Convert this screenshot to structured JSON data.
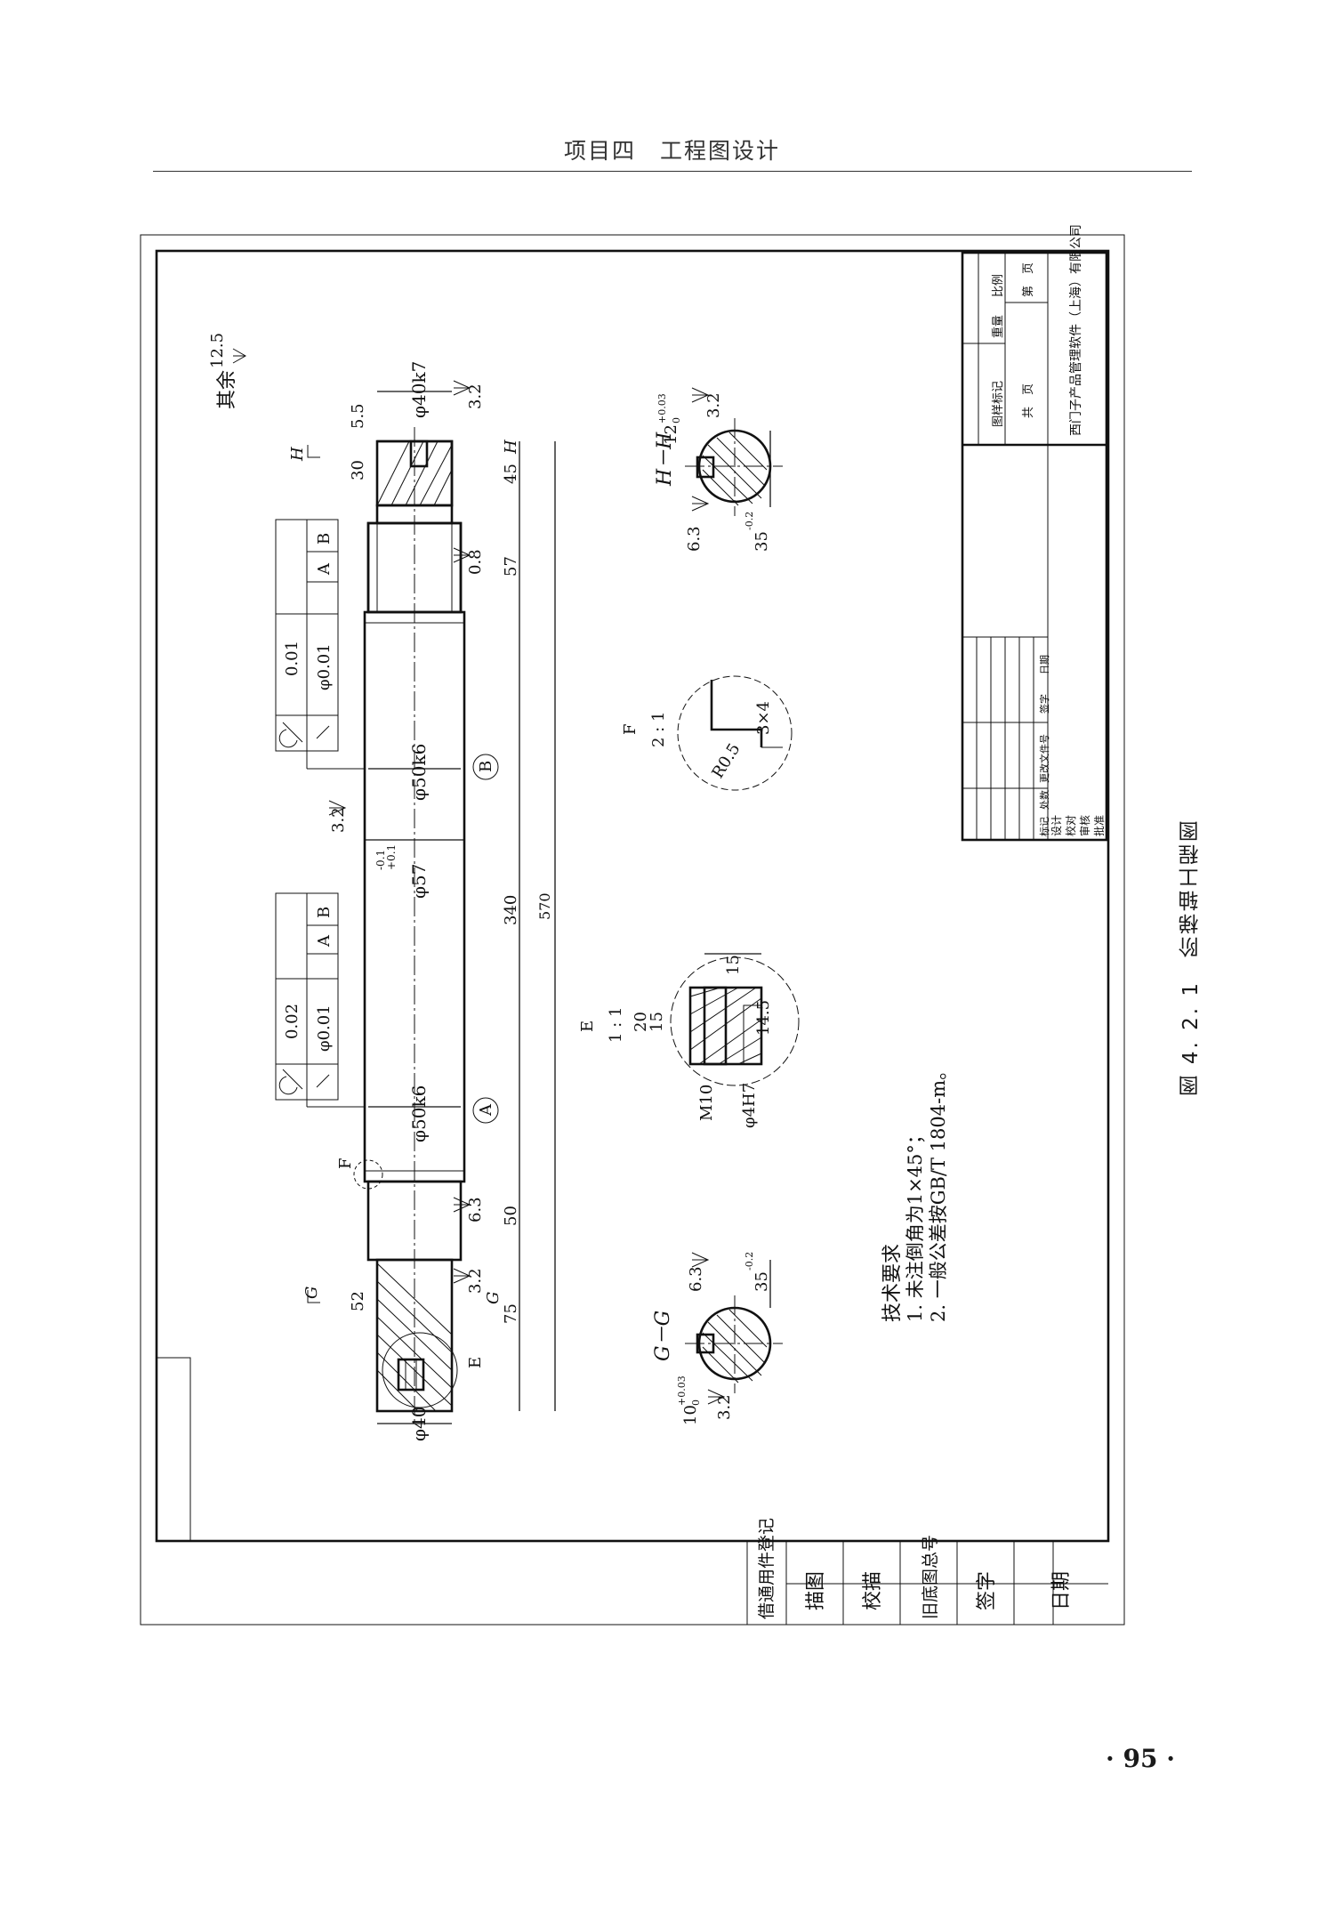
{
  "header": {
    "title": "项目四　工程图设计"
  },
  "page_number": "· 95 ·",
  "figure_caption": "图 4. 2. 1　阶梯轴工程图",
  "drawing": {
    "surface_default": {
      "label": "其余",
      "value": "12.5"
    },
    "roughness": [
      "3.2",
      "0.8",
      "3.2",
      "6.3",
      "3.2",
      "3.2",
      "3.2"
    ],
    "dims": {
      "d40k7": "φ40k7",
      "d50k6_b": "φ50k6",
      "d57": "φ57",
      "d57_tol_up": "+0.1",
      "d57_tol_lo": "-0.1",
      "d50k6_a": "φ50k6",
      "d40": "φ40",
      "len_5_5": "5.5",
      "len_30": "30",
      "len_45": "45",
      "len_57": "57",
      "len_340": "340",
      "len_570": "570",
      "len_50": "50",
      "len_52": "52",
      "len_75": "75"
    },
    "gdt": [
      {
        "tol1": "0.01",
        "tol2": "φ0.01",
        "ref_a": "A",
        "ref_b": "B"
      },
      {
        "tol1": "0.02",
        "tol2": "φ0.01",
        "ref_a": "A",
        "ref_b": "B"
      }
    ],
    "datum_a": "A",
    "datum_b": "B",
    "section_letters": {
      "H": "H",
      "G": "G",
      "E": "E",
      "F": "F"
    },
    "section_hh": {
      "title": "H－H",
      "width": "12",
      "width_tol_up": "+0.03",
      "width_tol_lo": "0",
      "depth": "35",
      "depth_tol": "-0.2",
      "roughness_a": "3.2",
      "roughness_b": "6.3"
    },
    "section_gg": {
      "title": "G－G",
      "width": "10",
      "width_tol_up": "+0.03",
      "width_tol_lo": "0",
      "depth": "35",
      "depth_tol": "-0.2",
      "roughness_a": "3.2",
      "roughness_b": "6.3"
    },
    "detail_f": {
      "title": "F",
      "scale": "2 : 1",
      "radius": "R0.5",
      "chamfer": "3×4"
    },
    "detail_e": {
      "title": "E",
      "scale": "1 : 1",
      "d15a": "15",
      "d20": "20",
      "d15b": "15",
      "d14_5": "14.5",
      "m10": "M10",
      "d4h7": "φ4H7"
    },
    "tech_req": {
      "heading": "技术要求",
      "items": [
        "1. 未注倒角为1×45°；",
        "2. 一般公差按GB/T 1804-m。"
      ]
    },
    "title_block": {
      "cells": [
        "图样标记",
        "重量",
        "比例",
        "共　页",
        "第　页"
      ],
      "company": "西门子产品管理软件（上海）有限公司",
      "rev_headers": [
        "标记",
        "处数",
        "更改文件号",
        "签字",
        "日期"
      ],
      "roles": [
        "设计",
        "校对",
        "审核",
        "批准"
      ]
    },
    "side_strip": [
      "借通用件登记",
      "描图",
      "校描",
      "旧底图总号",
      "签字",
      "日期"
    ]
  }
}
